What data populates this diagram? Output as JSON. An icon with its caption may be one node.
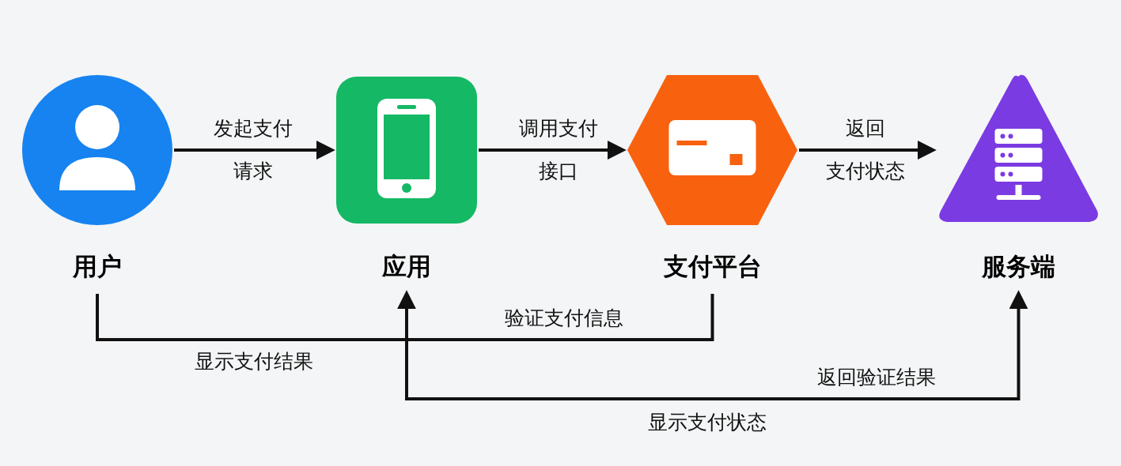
{
  "diagram": {
    "nodes": [
      {
        "text": [
          "用户"
        ]
      },
      {
        "text": [
          "应用"
        ]
      },
      {
        "text": [
          "支付平台"
        ]
      },
      {
        "text": [
          "服务端"
        ]
      }
    ],
    "edges": [
      {
        "from": 0,
        "to": 1,
        "arrow": "to",
        "label": "发起支付请求"
      },
      {
        "from": 1,
        "to": 2,
        "arrow": "to",
        "label": "调用支付接口"
      },
      {
        "from": 2,
        "to": 3,
        "arrow": "to",
        "label": "返回支付状态"
      },
      {
        "from": 0,
        "to": 2,
        "arrow": "none",
        "label": "验证支付信息"
      },
      {
        "from": 1,
        "to": 3,
        "arrow": "both",
        "label": "返回验证结果"
      }
    ],
    "labels": [
      "显示支付结果",
      "显示支付状态"
    ]
  }
}
